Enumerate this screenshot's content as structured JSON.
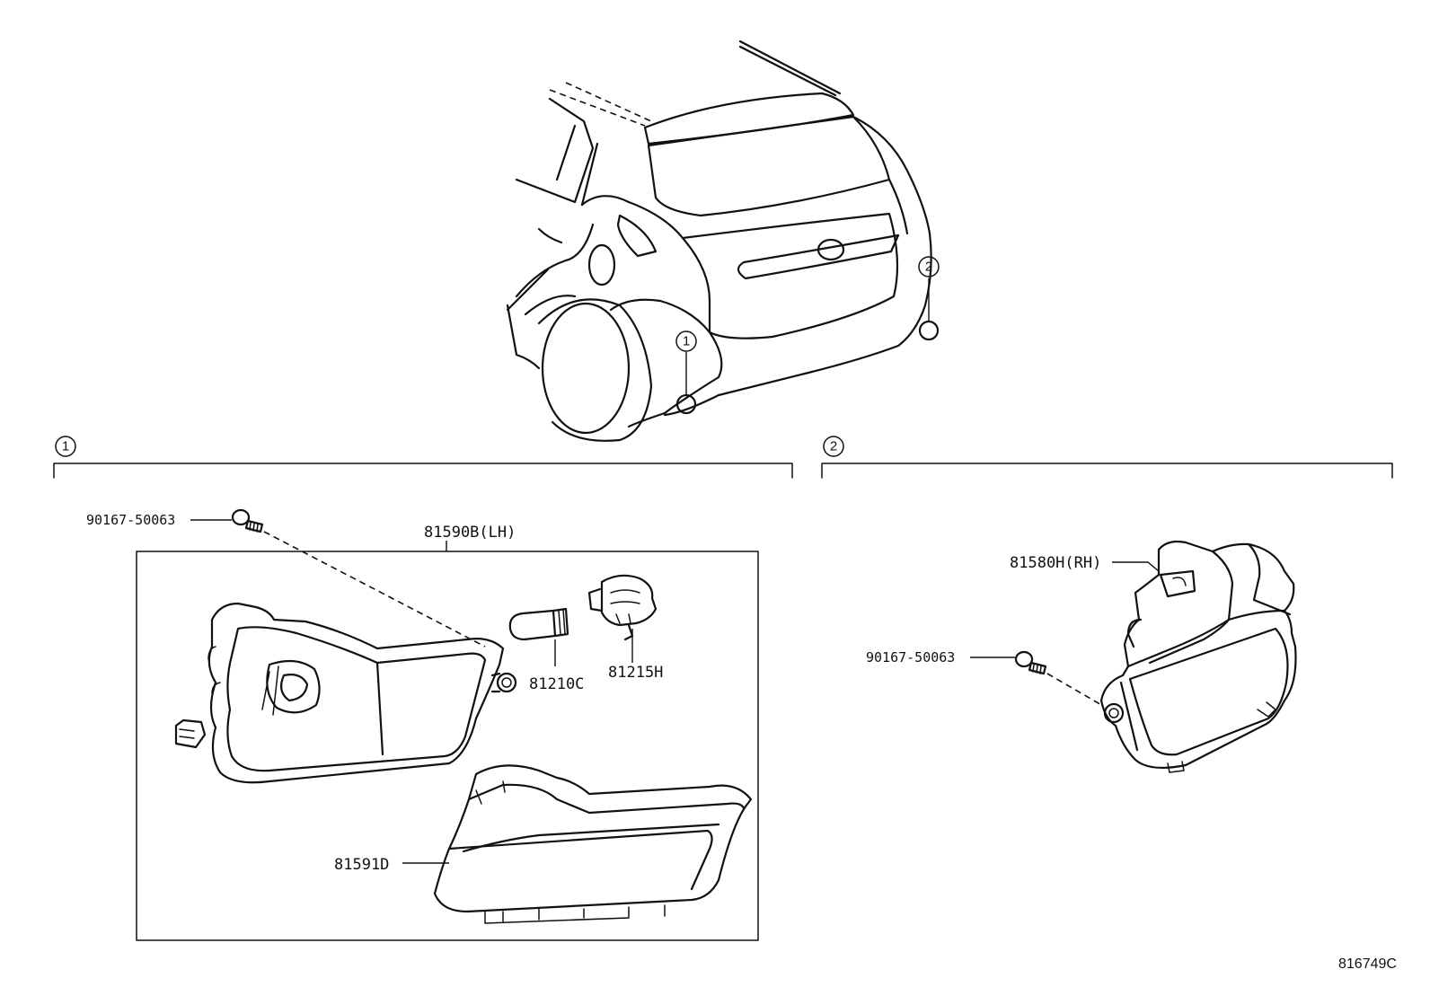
{
  "callouts": {
    "one": "1",
    "two": "2"
  },
  "parts": {
    "bolt_lh": "90167-50063",
    "lamp_lh": "81590B(LH)",
    "bulb": "81210C",
    "socket": "81215H",
    "lens_lh": "81591D",
    "lamp_rh": "81580H(RH)",
    "bolt_rh": "90167-50063"
  },
  "illustration_code": "816749C"
}
